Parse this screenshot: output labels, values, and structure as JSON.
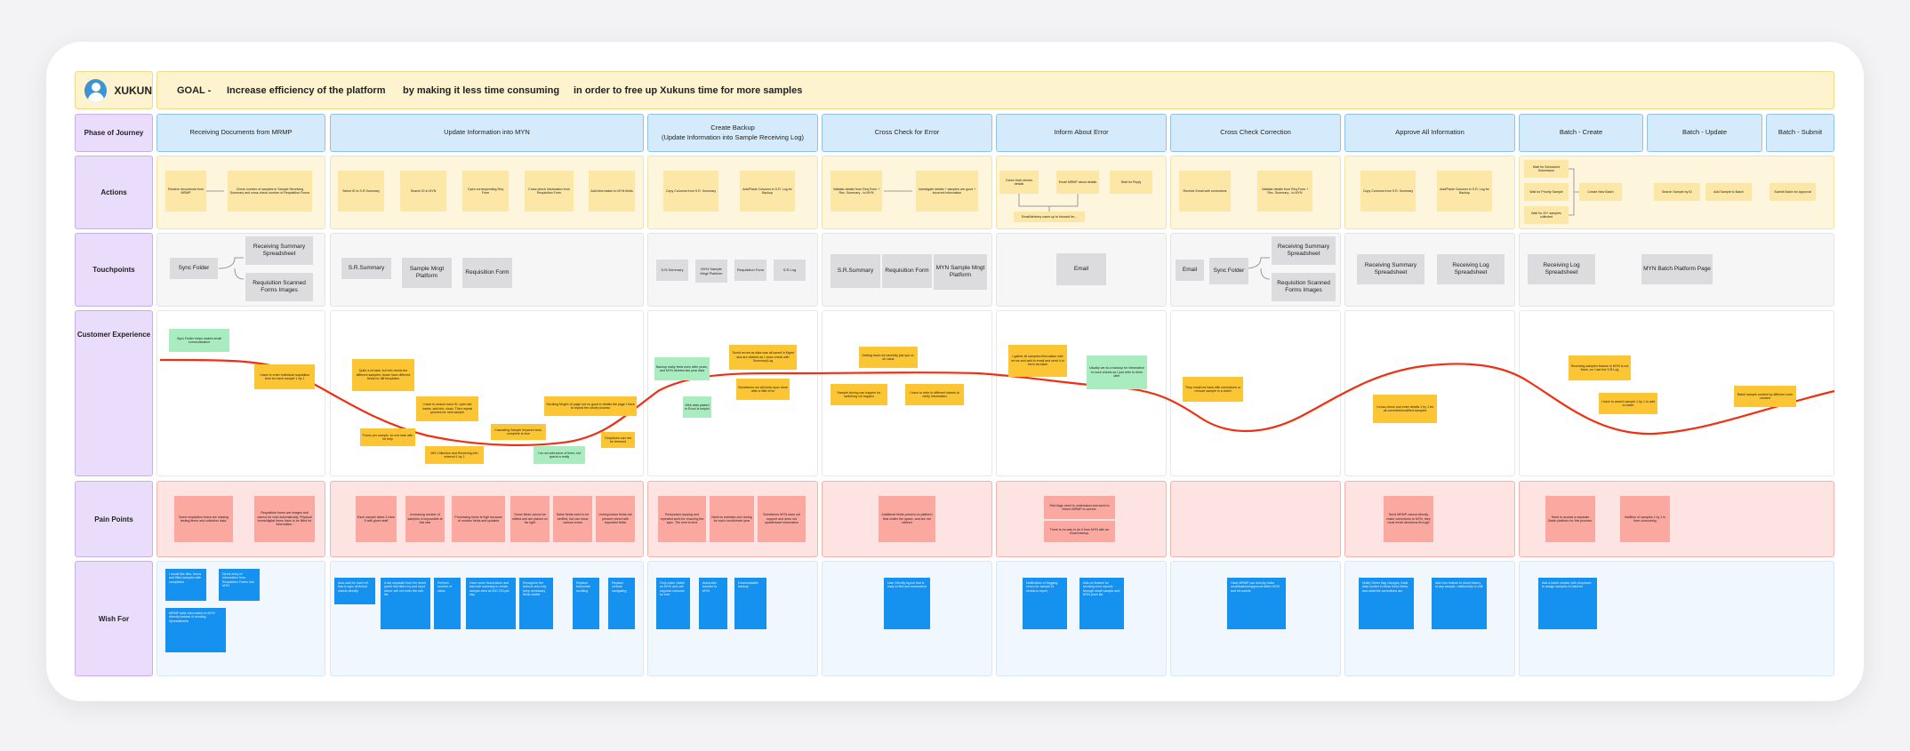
{
  "persona": {
    "name": "XUKUN"
  },
  "goal": {
    "prefix": "GOAL -",
    "part1": "Increase efficiency of the platform",
    "part2": "by making it less time consuming",
    "part3": "in order to free up Xukuns time for more samples"
  },
  "row_labels": {
    "phase": "Phase of Journey",
    "actions": "Actions",
    "touchpoints": "Touchpoints",
    "experience": "Customer Experience",
    "pain": "Pain Points",
    "wish": "Wish For"
  },
  "phases": [
    "Receiving Documents from MRMP",
    "Update Information into MYN",
    "Create Backup\n(Update Information into Sample Receiving Log)",
    "Cross Check for Error",
    "Inform About Error",
    "Cross Check Correction",
    "Approve All Information",
    "Batch - Create",
    "Batch - Update",
    "Batch - Submit"
  ],
  "actions": [
    "Receive documents from MRMP",
    "Check number of samples in Sample Receiving Summary and cross check number of Requisition Forms",
    "Select ID in S.R.Summary",
    "Search ID in MYN",
    "Open corresponding Req Form",
    "Cross check information from Requisition Form",
    "Add information to MYN fields",
    "Copy Columns from S.R. Summary",
    "Add/Paste Columns in S.R. Log for Backup",
    "Validate details from Req.Form + Rec. Summary - to MYN",
    "Investigate details + samples are good + incorrect information",
    "Green flush sheets details",
    "Email MRMP about details",
    "Wait for Reply",
    "Email/delivery came up to forward for...",
    "Receive Email with corrections",
    "Validate details from Req.Form + Rec. Summary - to MYN",
    "Copy Columns from S.R. Summary",
    "Add/Paste Columns in S.R. Log for Backup",
    "Wait for Scheduled Submission",
    "Wait for Priority Sample",
    "Wait for 20+ samples collected",
    "Create New Batch",
    "Search Sample by ID",
    "Add Sample to Batch",
    "Submit Batch for Approval"
  ],
  "touchpoints": [
    "Sync Folder",
    "Receiving Summary Spreadsheet",
    "Requisition Scanned Forms Images",
    "S.R.Summary",
    "Sample Mngt Platform",
    "Requisition Form",
    "S.R.Summary",
    "MYN Sample Mngt Platform",
    "Requisition Form",
    "S.R.Log",
    "S.R.Summary",
    "Requisition Form",
    "MYN Sample Mngt Platform",
    "Email",
    "Email",
    "Sync Folder",
    "Receiving Summary Spreadsheet",
    "Requisition Scanned Forms Images",
    "Receiving Summary Spreadsheet",
    "Receiving Log Spreadsheet",
    "Receiving Log Spreadsheet",
    "MYN Batch Platform Page"
  ],
  "experience_notes": [
    "Sync Folder helps makes email communication",
    "I have to enter individual requisition form for each sample 1 by 1",
    "Quite a lot task, but info needs the different samples; those have different fields for diff templates",
    "Forms per sample, so one task with lot help",
    "I have to search each ID, open tab inside, add info, close. Then repeat process for next sample",
    "MH Collection and Receiving info entered 1 by 1",
    "Cascading Sample keyword auto-complete is nice",
    "I do not add some of them, but spend a really",
    "Scrolling Mngt's UI page not so good in details the page I have to repeat the whole process",
    "Dropdown can not be trimmed",
    "Backup really feels even after years, and MYN deletes last year data",
    "Web data pasted in Excel is helpful",
    "Tuned errors as data was all saved in Mgmt and are deleted as I cross check with Summary/Log",
    "Sometimes we will keep sync done after a little error",
    "Getting back not carefully just you re-ok value",
    "Sample storing can happen for switching cut happen",
    "I have to refer to different sheets to verify information",
    "I gather all samples information with errors and add to email and send it to them as batch",
    "Usually we do a backup for information in more sheets as I just refer to them later",
    "They email me back with corrections or remove sample in a sheet",
    "I cross check and enter details 1 by 1 for all corrected/modified samples",
    "Receiving samples feature in MYN is not there, so I use the S.R.Log",
    "I have to search sample 1 by 1 to add to batch",
    "Batch sample content by different color created"
  ],
  "pain_points": [
    "Some requisition forms are missing testing times and collection data.",
    "Requisition forms are images and cannot be read automatically. Physical forms/digital forms have to be filled for information.",
    "Each sample takes 2 mins 5 with given staff",
    "Increasing number of samples is impossible at this rate",
    "Processing times is high because of number fields and updates",
    "Some fields cannot be edited and are placed on far right",
    "Same fields need to be verified, but can show various errors",
    "Unresponsive fields are present mixed with important fields",
    "Redundant copying and repeated work for ensuring the sync. The next is time",
    "Need to maintain sort during for each month/each year",
    "Sometimes MYN does not support and does not update/save information",
    "Additional fields present on platform that clutter the space, and are not utilized",
    "Red flags need to understand and send to inform MRMP to correct.",
    "There is no way to do it from MYN with an email backup.",
    "Send MRMP cannot directly make corrections to MYN, they must email directions through",
    "Have to access a separate Batch platform for this process.",
    "Addition of samples 1 by 1 is time consuming"
  ],
  "wishes": [
    "I would like files, forms and filled samples with completed",
    "Direct entry of information from Requisition Forms into MYN",
    "MRMP adds information to MYN directly instead of sending Spreadsheets",
    "Auto-add for each ref. that is sync all linked sheets directly",
    "A tab separate from the sheet panel that filters by and input direct, will not enter the edit list",
    "Refresh number of clicks",
    "Have some Automation and barcode scanning to create sample view all 200-700 per day",
    "Recognize the tedious and only keep necessary fields visible",
    "Replace horizontal scrolling",
    "Replace vertical navigating",
    "Only make visible on MYN and call required columns for free",
    "Automatic transfer to MYN",
    "Downloadable backup",
    "User friendly layout that is easy to find and summarize",
    "Notification of flagging errors for sample to review a report",
    "Add-on feature for sending error reports through email sample and MYN push list",
    "Have MRMP can directly make modifications/approval within MYN and hit submit",
    "Notify Green flag changes, track data modes in these three fields, and what the corrections are",
    "Add new feature to show history of any sample, relationship to edit",
    "Add a batch creator with dropdown to assign samples in batches"
  ],
  "colors": {
    "curve": "#ef2f12",
    "phase": "#d5ebfb",
    "row_label": "#e9ddfb",
    "note_yellow": "#fcc534",
    "note_green": "#a9ecbf",
    "note_red": "#fba8a0",
    "note_blue": "#1592f0"
  }
}
